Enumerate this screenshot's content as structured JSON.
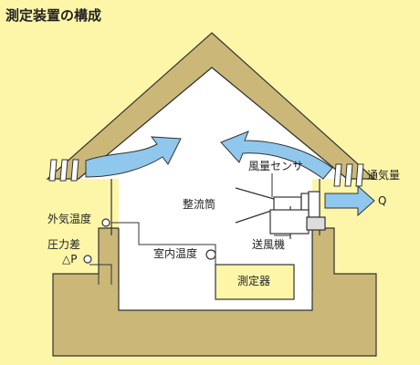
{
  "title": "測定装置の構成",
  "labels": {
    "duct": "整流筒",
    "airflow_sensor": "風量センサ",
    "ventilation": "通気量",
    "q": "Q",
    "outdoor_temp": "外気温度",
    "pressure_diff": "圧力差",
    "delta_p": "△P",
    "fan": "送風機",
    "indoor_temp": "室内温度",
    "instrument": "測定器"
  },
  "colors": {
    "background": "#fdf6a8",
    "structure": "#cbb878",
    "interior": "#ffffff",
    "arrow": "#8fc8ec",
    "line": "#333333"
  }
}
